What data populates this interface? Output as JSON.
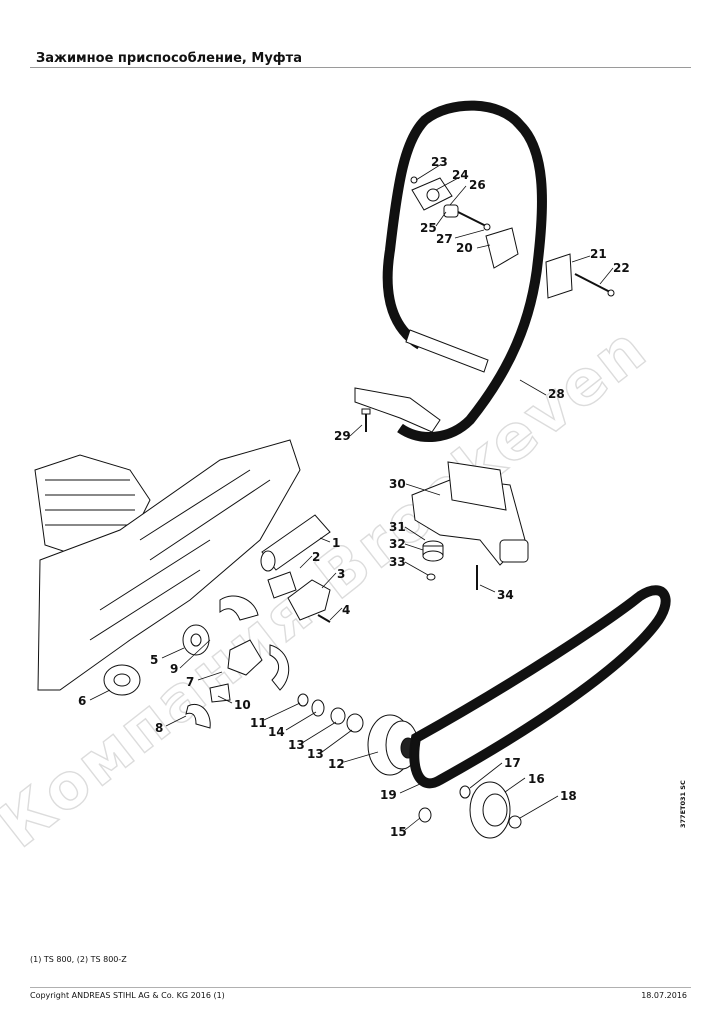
{
  "header": {
    "title": "Зажимное приспособление, Муфта"
  },
  "watermark": "Компания Brookeven",
  "callouts": [
    "1",
    "2",
    "3",
    "4",
    "5",
    "6",
    "7",
    "8",
    "9",
    "10",
    "11",
    "12",
    "13",
    "13",
    "14",
    "15",
    "16",
    "17",
    "18",
    "19",
    "20",
    "21",
    "22",
    "23",
    "24",
    "25",
    "26",
    "27",
    "28",
    "29",
    "30",
    "31",
    "32",
    "33",
    "34"
  ],
  "drawing_code": "377ET031 SC",
  "footer": {
    "note": "(1) TS 800, (2) TS 800-Z",
    "copyright": "Copyright ANDREAS STIHL AG & Co. KG 2016 (1)",
    "date": "18.07.2016"
  }
}
